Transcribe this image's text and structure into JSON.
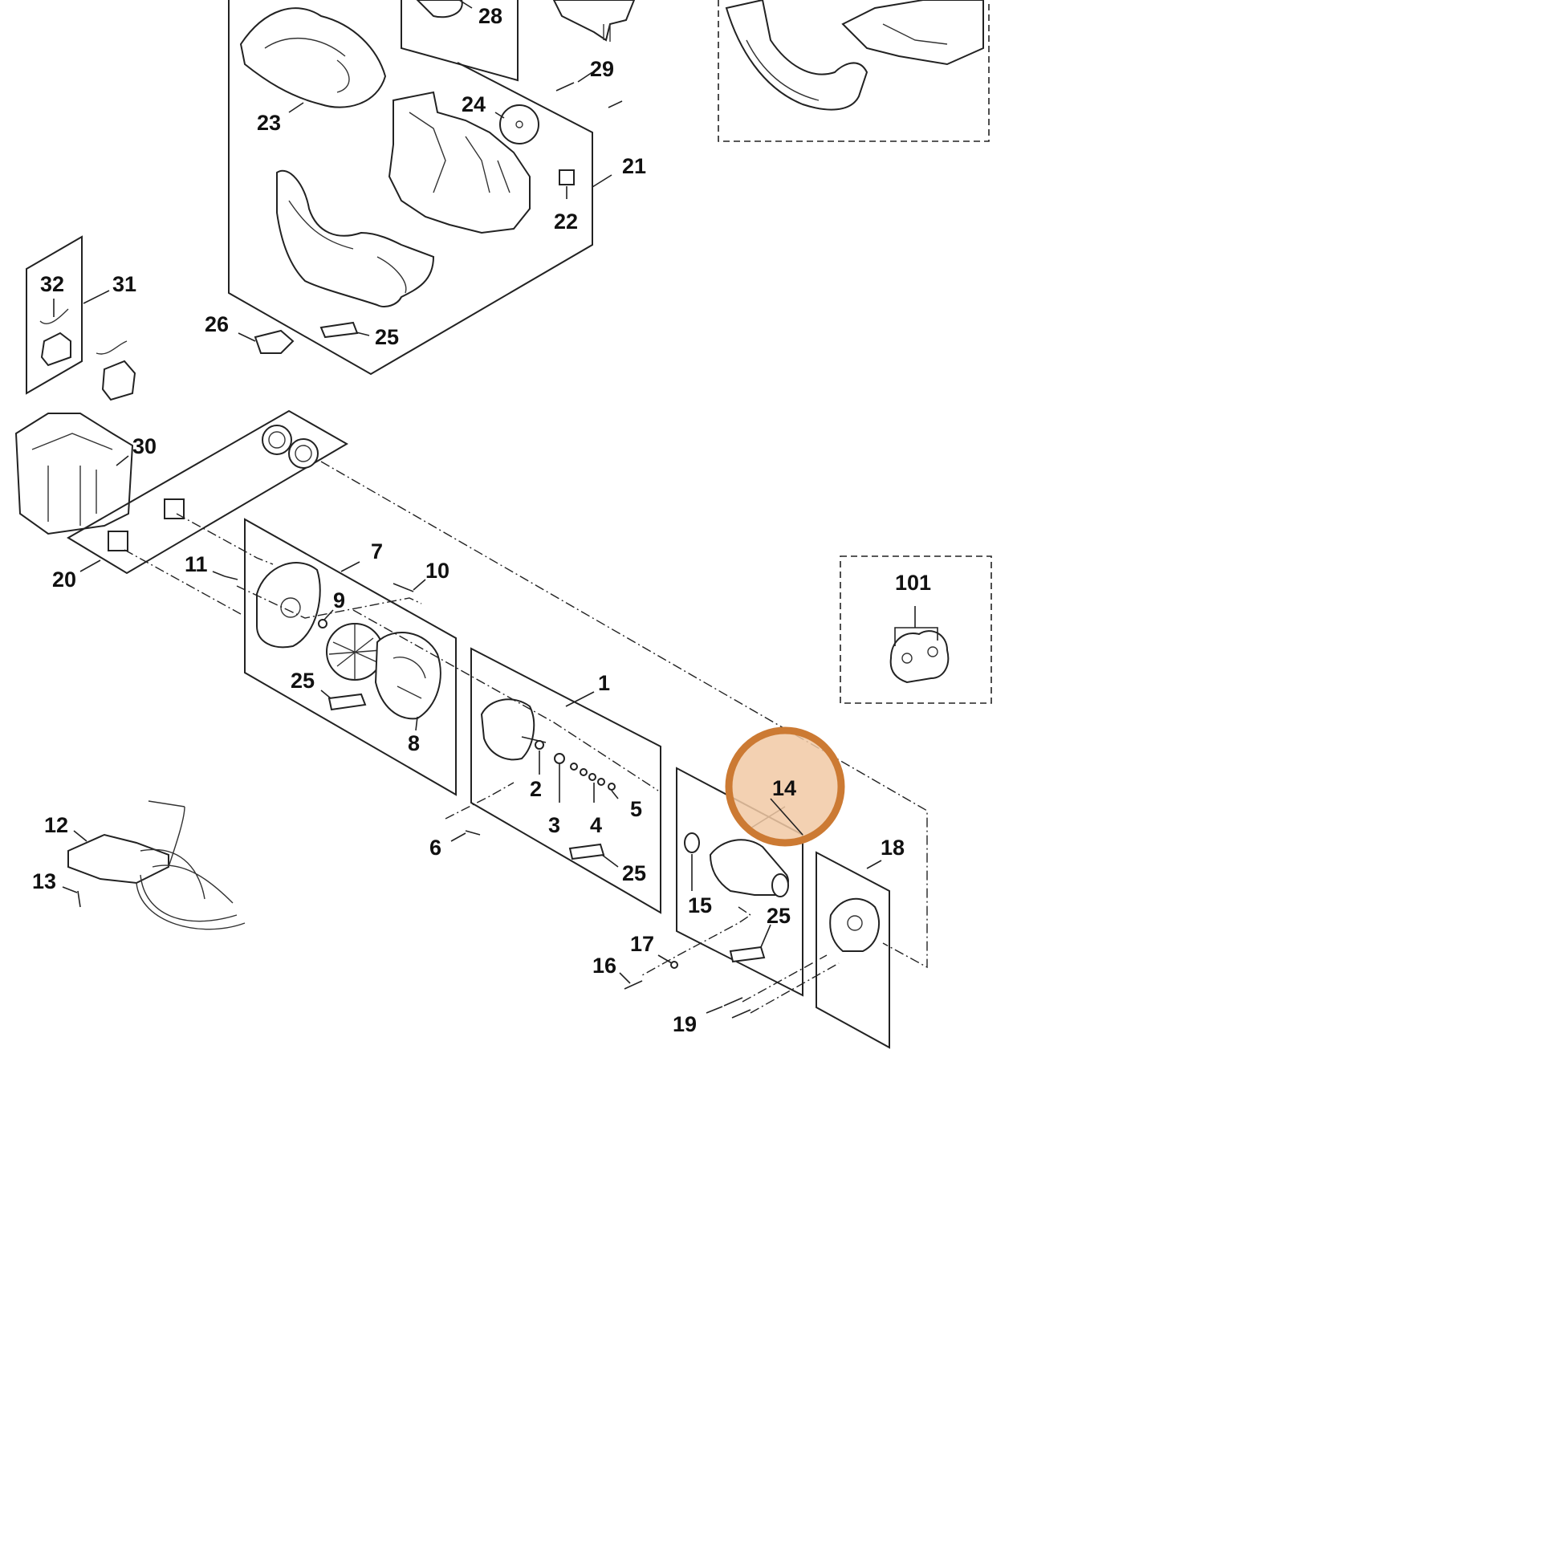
{
  "labels": {
    "l1": "1",
    "l2": "2",
    "l3": "3",
    "l4": "4",
    "l5": "5",
    "l6": "6",
    "l7": "7",
    "l8": "8",
    "l9": "9",
    "l10": "10",
    "l11": "11",
    "l12": "12",
    "l13": "13",
    "l14": "14",
    "l15": "15",
    "l16": "16",
    "l17": "17",
    "l18": "18",
    "l19": "19",
    "l20": "20",
    "l21": "21",
    "l22": "22",
    "l23": "23",
    "l24": "24",
    "l25a": "25",
    "l25b": "25",
    "l25c": "25",
    "l25d": "25",
    "l26": "26",
    "l28": "28",
    "l29": "29",
    "l30": "30",
    "l31": "31",
    "l32": "32",
    "l101": "101"
  },
  "highlight": {
    "selected_part": "14",
    "ring_color": "#cc7a33",
    "fill_color": "#f1c9a5"
  }
}
